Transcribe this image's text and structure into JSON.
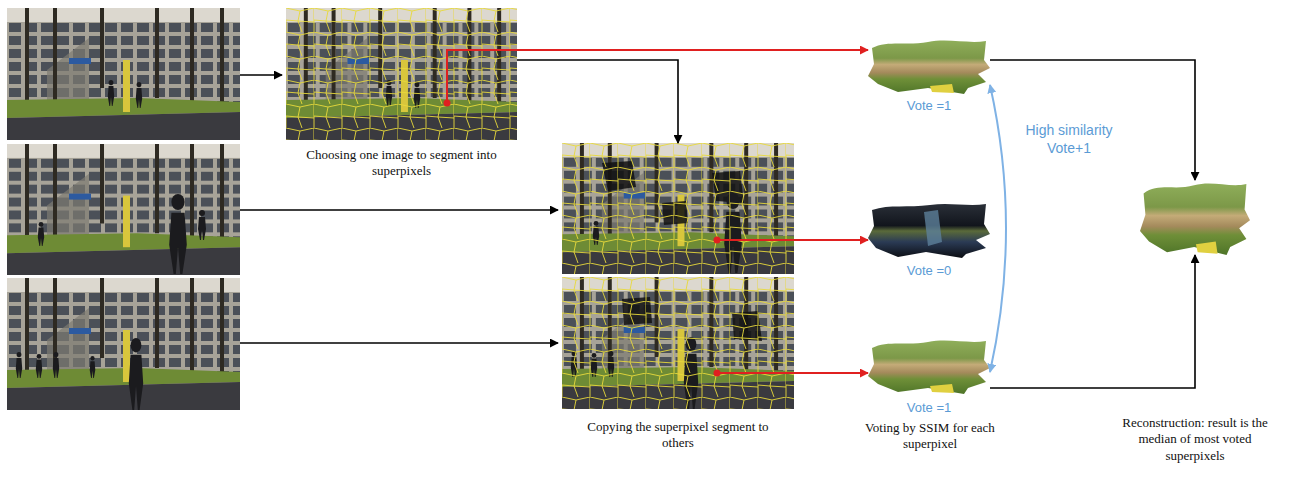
{
  "diagram": {
    "nodes": [
      {
        "text": [
          "Choosing one image to segment into superpixels"
        ]
      },
      {
        "text": [
          "Copying the superpixel segment to others"
        ]
      },
      {
        "text": [
          "Vote =1"
        ]
      },
      {
        "text": [
          "Vote =0"
        ]
      },
      {
        "text": [
          "Vote =1"
        ]
      },
      {
        "text": [
          "Reconstruction: result is the median of most voted superpixels"
        ]
      }
    ],
    "edges": [
      {
        "from": 0,
        "to": 1,
        "arrow": "to"
      },
      {
        "from": 0,
        "to": 2,
        "arrow": "to"
      },
      {
        "from": 1,
        "to": 3,
        "arrow": "to"
      },
      {
        "from": 1,
        "to": 4,
        "arrow": "to"
      },
      {
        "from": 2,
        "to": 4,
        "label": "High similarity Vote+1",
        "arrow": "both"
      },
      {
        "from": 2,
        "to": 5,
        "arrow": "to"
      },
      {
        "from": 4,
        "to": 5,
        "arrow": "to"
      }
    ],
    "labels": [
      "Voting by SSIM for each superpixel"
    ]
  }
}
